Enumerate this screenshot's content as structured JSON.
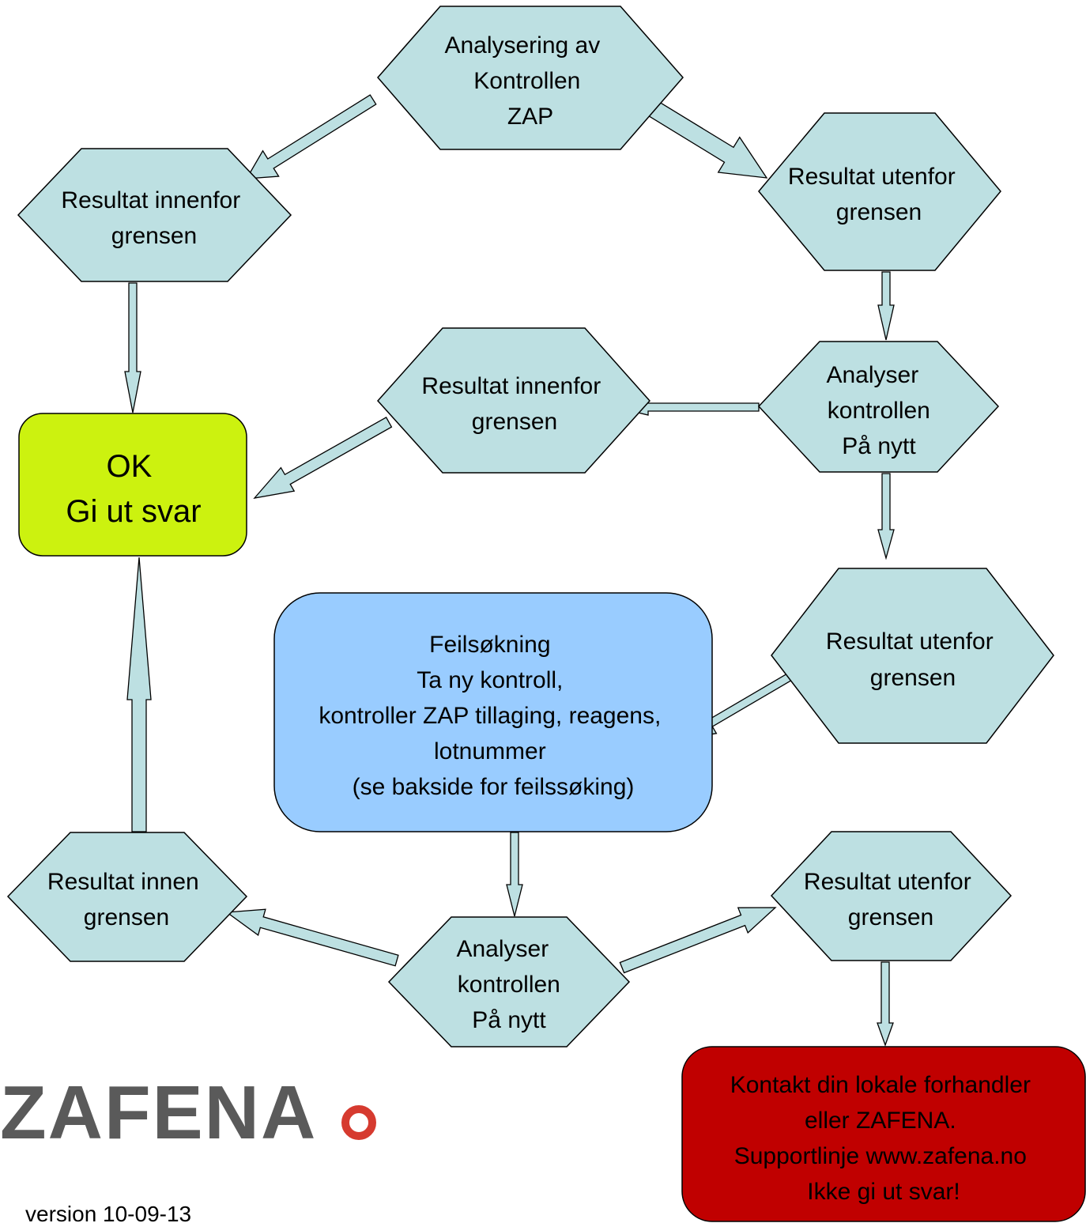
{
  "colors": {
    "hexagon_fill": "#bde0e2",
    "arrow_fill": "#bde0e2",
    "ok_fill": "#ccf20f",
    "troubleshoot_fill": "#99ccff",
    "contact_fill": "#c00000",
    "outline": "#000000",
    "logo_text": "#5a5a5a",
    "logo_dot": "#d63a2f"
  },
  "nodes": {
    "start": [
      "Analysering av",
      "Kontrollen",
      "ZAP"
    ],
    "within_1": [
      "Resultat innenfor",
      "grensen"
    ],
    "outside_1": [
      "Resultat utenfor",
      "grensen"
    ],
    "reanalyze_1": [
      "Analyser",
      "kontrollen",
      "På nytt"
    ],
    "within_2": [
      "Resultat innenfor",
      "grensen"
    ],
    "outside_2": [
      "Resultat utenfor",
      "grensen"
    ],
    "ok": [
      "OK",
      "Gi ut svar"
    ],
    "troubleshoot": [
      "Feilsøkning",
      "Ta ny kontroll,",
      "kontroller ZAP tillaging, reagens,",
      "lotnummer",
      "(se bakside for feilssøking)"
    ],
    "within_3": [
      "Resultat innen",
      "grensen"
    ],
    "reanalyze_2": [
      "Analyser",
      "kontrollen",
      "På nytt"
    ],
    "outside_3": [
      "Resultat utenfor",
      "grensen"
    ],
    "contact": [
      "Kontakt din lokale forhandler",
      "eller ZAFENA.",
      "Supportlinje www.zafena.no",
      "Ikke gi ut svar!"
    ]
  },
  "logo": {
    "text": "ZAFENA",
    "icon": "ring-dot-icon"
  },
  "version": "version 10-09-13"
}
